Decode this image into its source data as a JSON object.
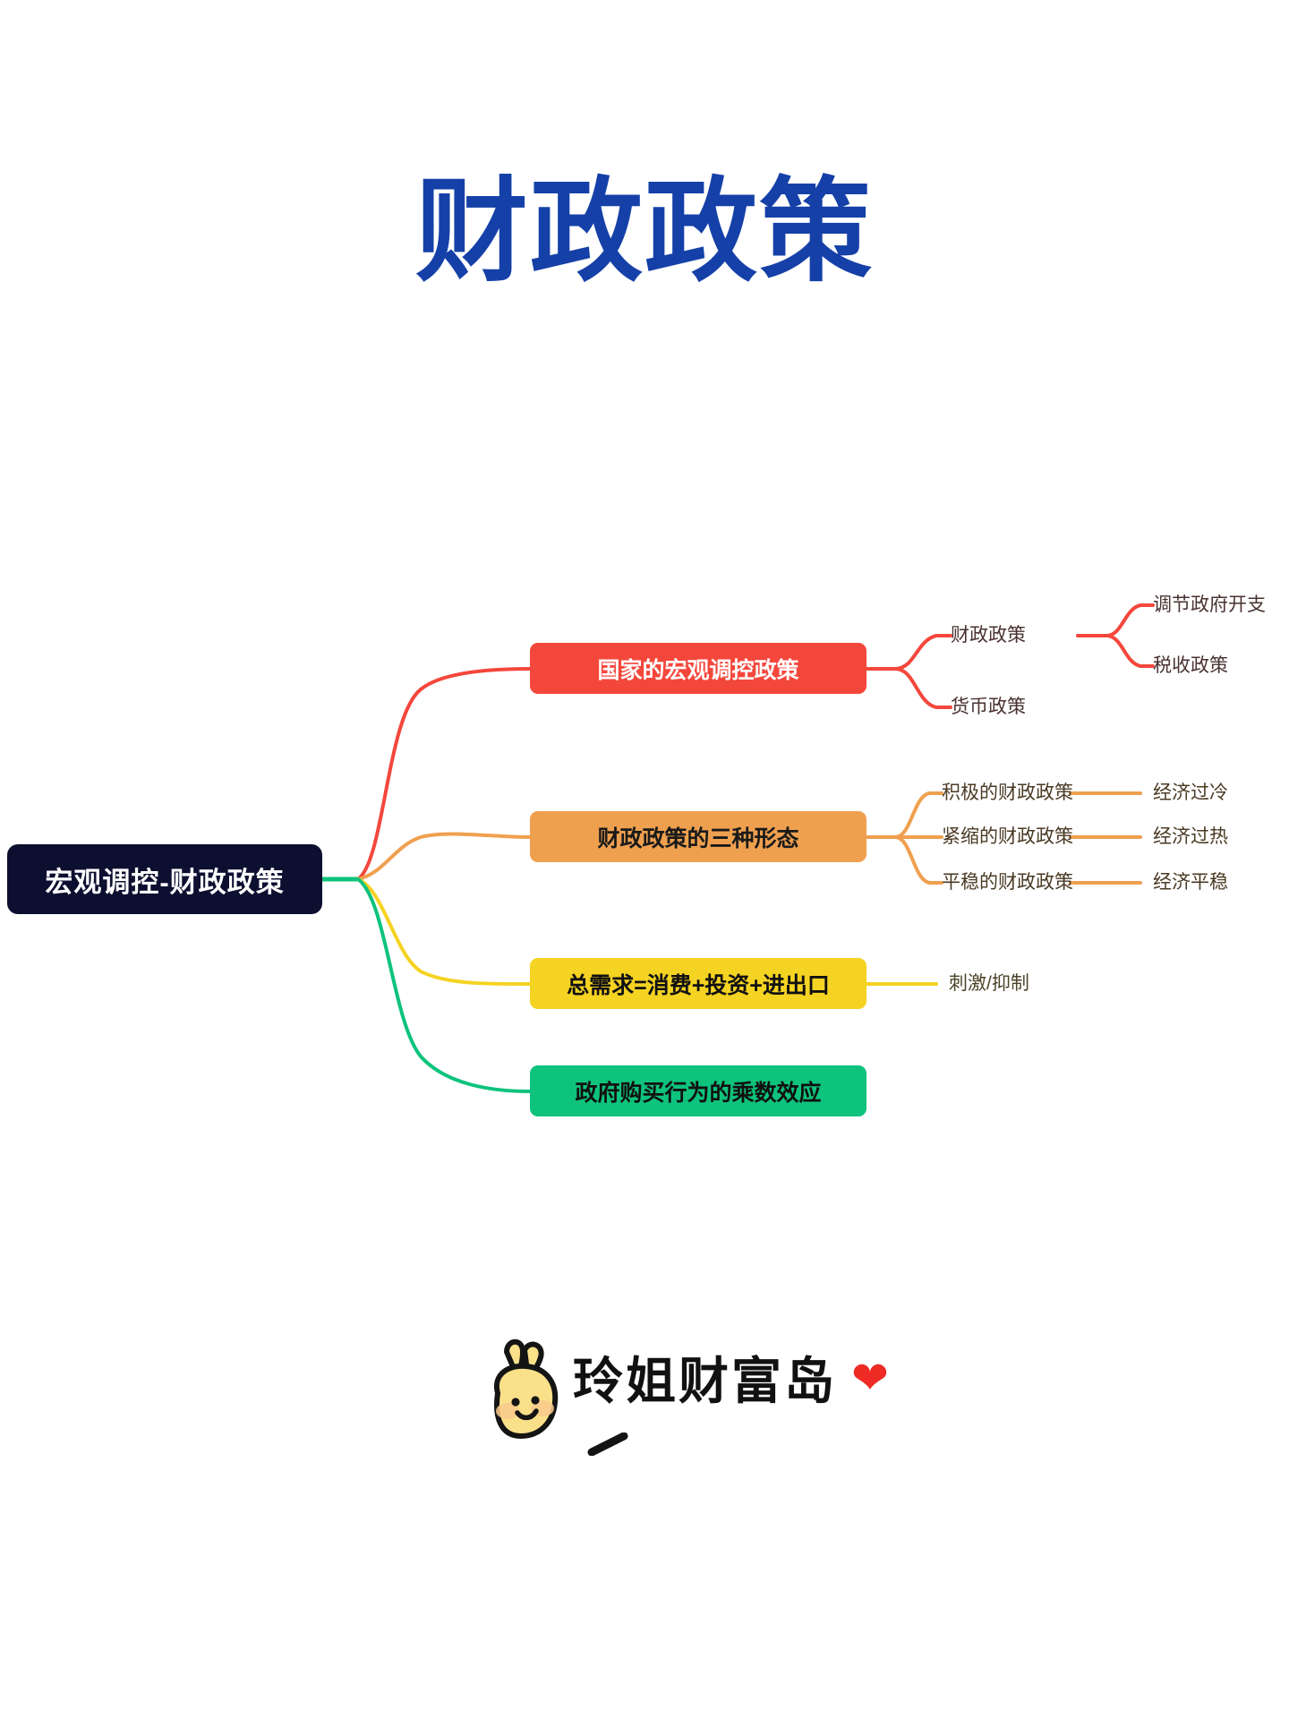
{
  "page": {
    "title": "财政政策",
    "title_color": "#1540a8",
    "background": "#ffffff"
  },
  "mindmap": {
    "root": {
      "label": "宏观调控-财政政策",
      "bg": "#0d0f30",
      "fg": "#ffffff"
    },
    "branches": [
      {
        "label": "国家的宏观调控政策",
        "color": "#f4473c",
        "fg": "#ffffff",
        "children": [
          {
            "label": "财政政策",
            "children": [
              {
                "label": "调节政府开支"
              },
              {
                "label": "税收政策"
              }
            ]
          },
          {
            "label": "货币政策",
            "children": []
          }
        ]
      },
      {
        "label": "财政政策的三种形态",
        "color": "#efa04f",
        "fg": "#1a1a1a",
        "children": [
          {
            "label": "积极的财政政策",
            "children": [
              {
                "label": "经济过冷"
              }
            ]
          },
          {
            "label": "紧缩的财政政策",
            "children": [
              {
                "label": "经济过热"
              }
            ]
          },
          {
            "label": "平稳的财政政策",
            "children": [
              {
                "label": "经济平稳"
              }
            ]
          }
        ]
      },
      {
        "label": "总需求=消费+投资+进出口",
        "color": "#f5d322",
        "fg": "#111111",
        "children": [
          {
            "label": "刺激/抑制",
            "children": []
          }
        ]
      },
      {
        "label": "政府购买行为的乘数效应",
        "color": "#0ec37c",
        "fg": "#111111",
        "children": []
      }
    ]
  },
  "footer": {
    "signature": "玲姐财富岛",
    "heart": "❤",
    "mascot": "bunny-mascot"
  }
}
